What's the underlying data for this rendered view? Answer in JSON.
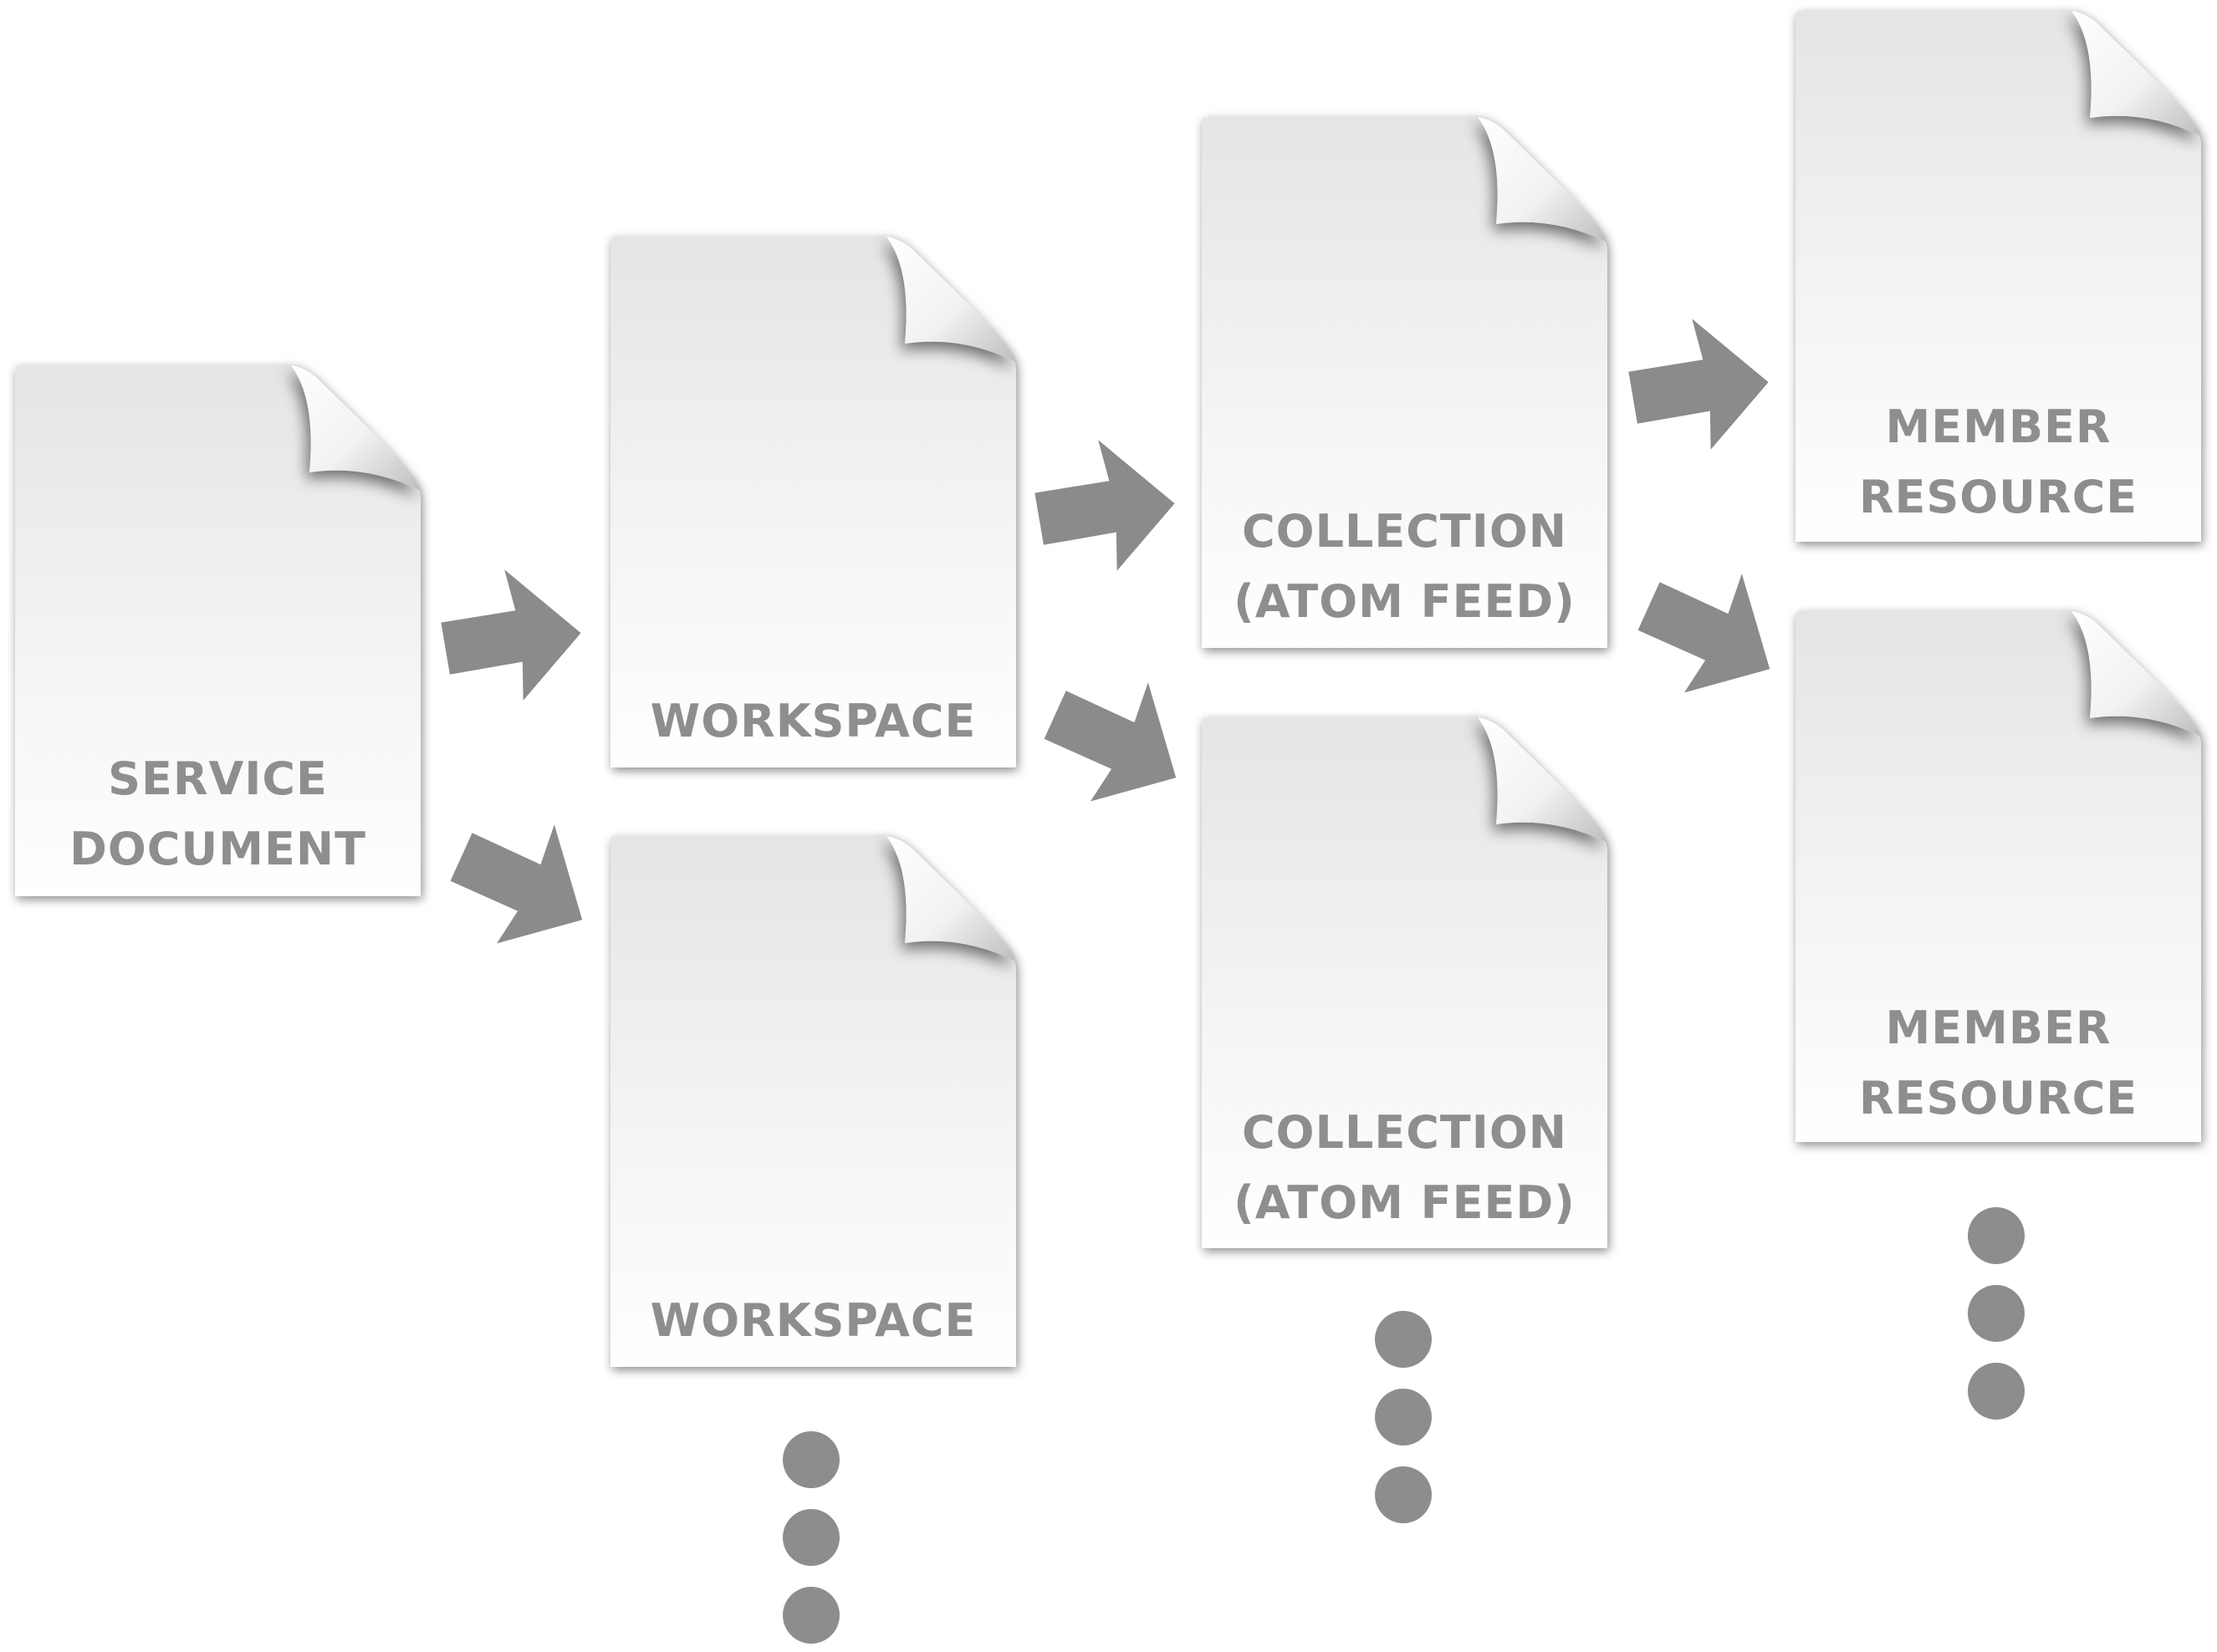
{
  "diagram": {
    "service_document": {
      "lines": [
        "SERVICE",
        "DOCUMENT"
      ]
    },
    "workspaces": [
      {
        "lines": [
          "WORKSPACE"
        ]
      },
      {
        "lines": [
          "WORKSPACE"
        ]
      }
    ],
    "collections": [
      {
        "lines": [
          "COLLECTION",
          "(ATOM FEED)"
        ]
      },
      {
        "lines": [
          "COLLECTION",
          "(ATOM FEED)"
        ]
      }
    ],
    "member_resources": [
      {
        "lines": [
          "MEMBER",
          "RESOURCE"
        ]
      },
      {
        "lines": [
          "MEMBER",
          "RESOURCE"
        ]
      }
    ],
    "colors": {
      "label": "#8e8e8e",
      "arrow": "#8b8b8b",
      "ellipsis": "#8d8d8d",
      "paper_top": "#e6e6e6",
      "paper_bottom": "#ffffff"
    }
  }
}
